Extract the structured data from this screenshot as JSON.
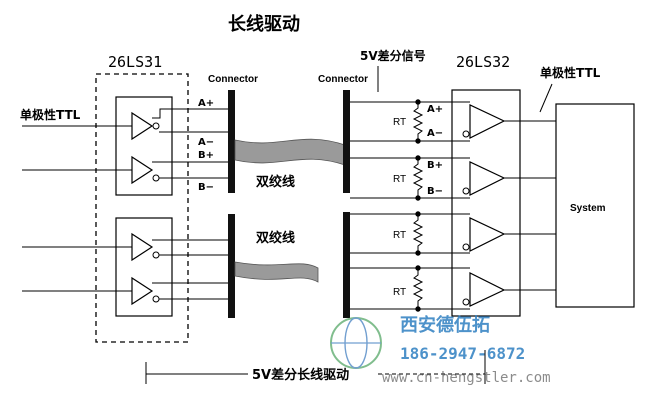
{
  "title": "长线驱动",
  "driver_chip": "26LS31",
  "receiver_chip": "26LS32",
  "connector_left": "Connector",
  "connector_right": "Connector",
  "input_label": "单极性TTL",
  "output_label": "单极性TTL",
  "diff_signal_label": "5V差分信号",
  "twisted_pair_label_1": "双绞线",
  "twisted_pair_label_2": "双绞线",
  "bottom_label": "5V差分长线驱动",
  "system_label": "System",
  "pin_labels": {
    "left_a_plus": "A+",
    "left_a_minus": "A−",
    "left_b_plus": "B+",
    "left_b_minus": "B−",
    "right_a_plus": "A+",
    "right_a_minus": "A−",
    "right_b_plus": "B+",
    "right_b_minus": "B−"
  },
  "resistor_label": "RT",
  "watermark": {
    "company": "西安德伍拓",
    "phone": "186-2947-6872",
    "url": "www.cn-hengstler.com"
  }
}
